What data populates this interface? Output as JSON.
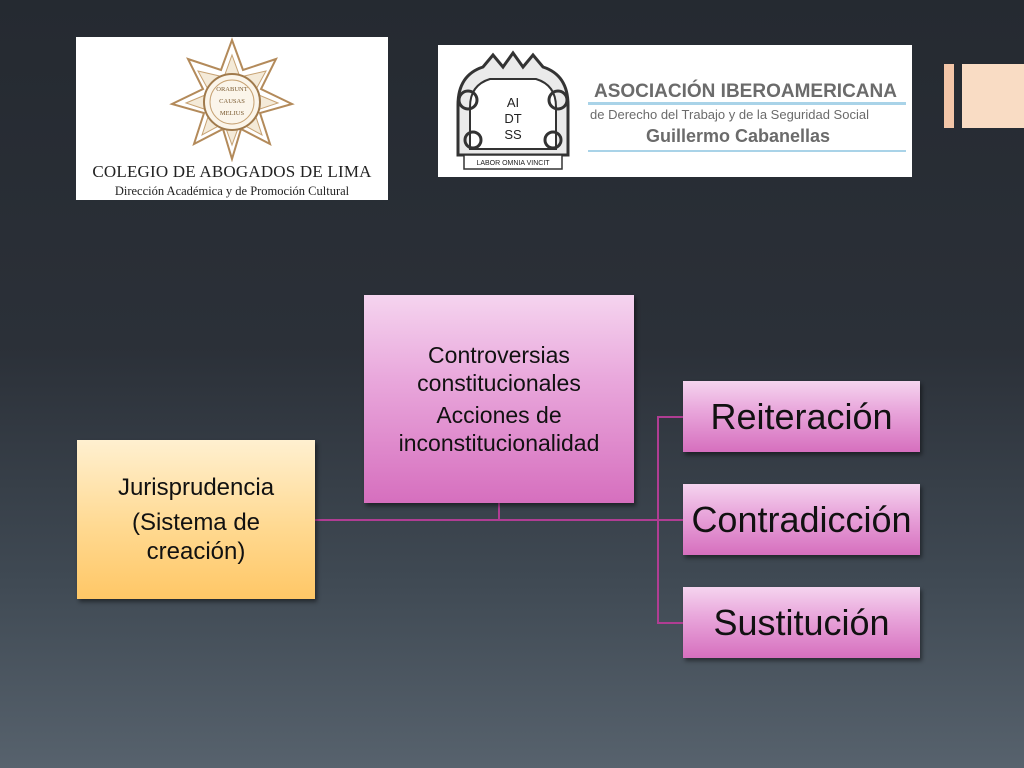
{
  "logos": {
    "colegio": {
      "motto_lines": [
        "ORABUNT",
        "CAUSAS",
        "MELIUS"
      ],
      "name": "COLEGIO DE ABOGADOS DE LIMA",
      "subtitle": "Dirección  Académica y de Promoción Cultural"
    },
    "aidtss": {
      "emblem_lines": [
        "AI",
        "DT",
        "SS"
      ],
      "motto": "LABOR OMNIA VINCIT",
      "title": "ASOCIACIÓN IBEROAMERICANA",
      "subtitle": "de Derecho del Trabajo y de la Seguridad Social",
      "name": "Guillermo Cabanellas"
    }
  },
  "diagram": {
    "root": {
      "lines": [
        "Jurisprudencia",
        "(Sistema de",
        "creación)"
      ]
    },
    "top": {
      "lines": [
        "Controversias",
        "constitucionales",
        "Acciones de",
        "inconstitucionalidad"
      ]
    },
    "children": [
      "Reiteración",
      "Contradicción",
      "Sustitución"
    ]
  },
  "colors": {
    "background": "#2b3038",
    "pink_box": "#e9a8dc",
    "yellow_box": "#ffd991",
    "connector": "#b03d93",
    "accent_bar": "#f9dcc4"
  }
}
